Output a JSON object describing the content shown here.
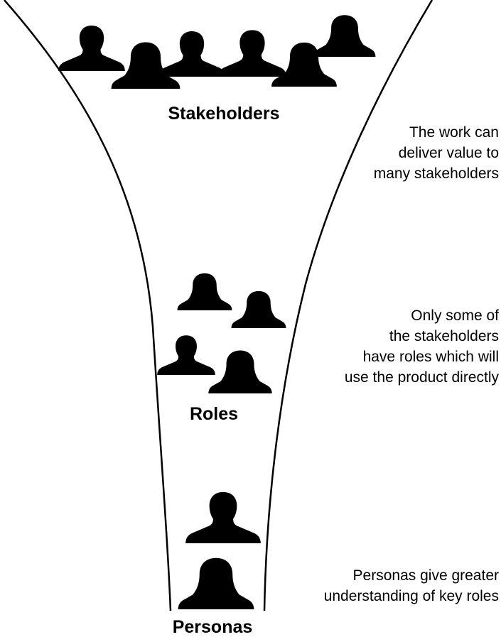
{
  "levels": [
    {
      "key": "stakeholders",
      "label": "Stakeholders",
      "note_lines": [
        "The work can",
        "deliver value to",
        "many stakeholders"
      ],
      "people": [
        {
          "kind": "male",
          "name": "stakeholder-silhouette-1"
        },
        {
          "kind": "female",
          "name": "stakeholder-silhouette-2"
        },
        {
          "kind": "male",
          "name": "stakeholder-silhouette-3"
        },
        {
          "kind": "male",
          "name": "stakeholder-silhouette-4"
        },
        {
          "kind": "female",
          "name": "stakeholder-silhouette-5"
        },
        {
          "kind": "female",
          "name": "stakeholder-silhouette-6"
        }
      ]
    },
    {
      "key": "roles",
      "label": "Roles",
      "note_lines": [
        "Only some of",
        "the stakeholders",
        "have roles which will",
        "use the product directly"
      ],
      "people": [
        {
          "kind": "female",
          "name": "role-silhouette-1"
        },
        {
          "kind": "female",
          "name": "role-silhouette-2"
        },
        {
          "kind": "male",
          "name": "role-silhouette-3"
        },
        {
          "kind": "female",
          "name": "role-silhouette-4"
        }
      ]
    },
    {
      "key": "personas",
      "label": "Personas",
      "note_lines": [
        "Personas give greater",
        "understanding of key roles"
      ],
      "people": [
        {
          "kind": "male",
          "name": "persona-silhouette-1"
        },
        {
          "kind": "female",
          "name": "persona-silhouette-2"
        }
      ]
    }
  ],
  "colors": {
    "silhouette": "#000000",
    "funnel_line": "#000000",
    "background": "#ffffff"
  }
}
